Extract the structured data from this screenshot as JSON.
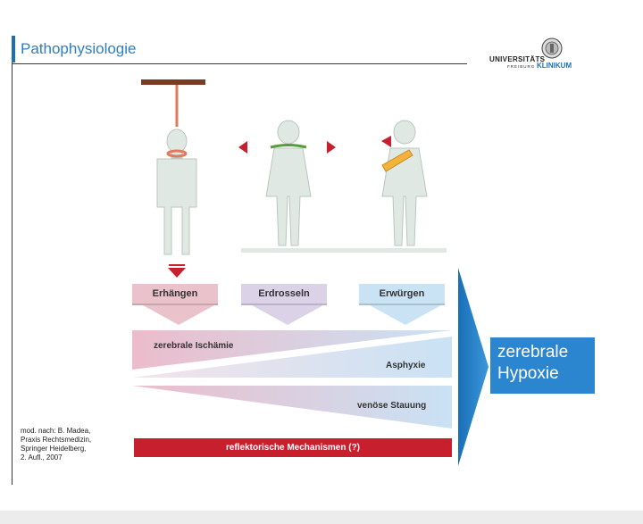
{
  "header": {
    "title": "Pathophysiologie",
    "logo_word1": "UNIVERSITÄTS",
    "logo_word2": "KLINIKUM",
    "logo_city": "FREIBURG"
  },
  "diagram": {
    "boxes": [
      "Erhängen",
      "Erdrosseln",
      "Erwürgen"
    ],
    "wedges": {
      "ischaemia": "zerebrale Ischämie",
      "asphyxia": "Asphyxie",
      "venous": "venöse Stauung"
    },
    "red_bar": "reflektorische Mechanismen (?)",
    "result": [
      "zerebrale",
      "Hypoxie"
    ]
  },
  "citation": [
    "mod. nach: B. Madea,",
    "Praxis Rechtsmedizin,",
    "Springer Heidelberg,",
    "2. Aufl., 2007"
  ],
  "colors": {
    "title": "#2b7fc2",
    "result_bg": "#2b86cf",
    "red_bar": "#c81f2e",
    "pink": "#e9c2cb",
    "lavender": "#dcd2e8",
    "lightblue": "#c9e2f4"
  }
}
